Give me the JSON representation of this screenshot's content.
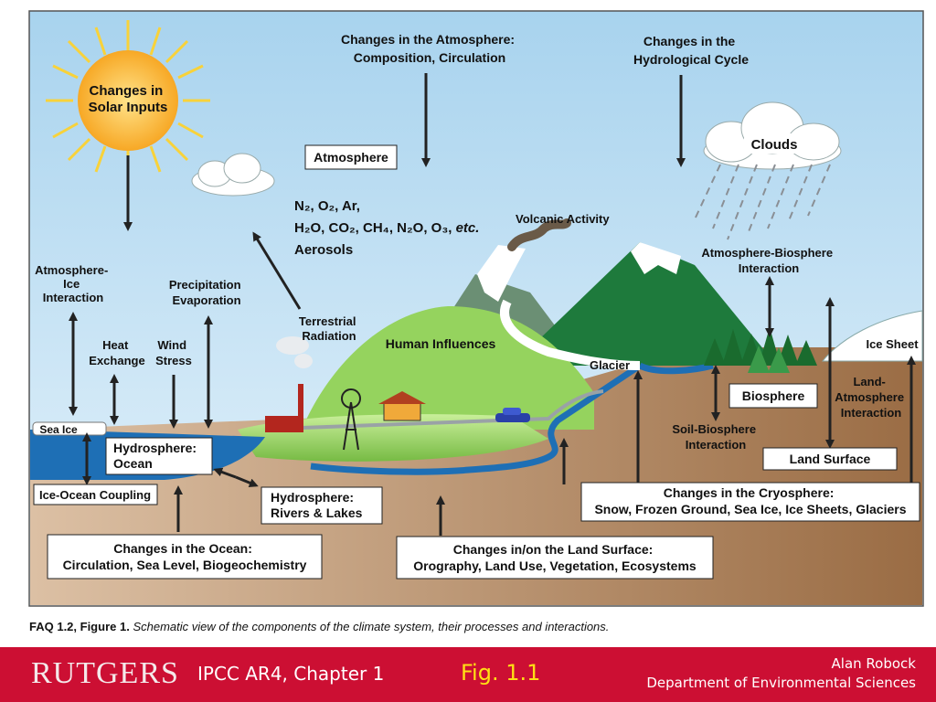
{
  "labels": {
    "solar": [
      "Changes in",
      "Solar Inputs"
    ],
    "atmos_change": [
      "Changes in the Atmosphere:",
      "Composition, Circulation"
    ],
    "hydro_change": [
      "Changes in the",
      "Hydrological Cycle"
    ],
    "atmosphere": "Atmosphere",
    "clouds": "Clouds",
    "gases1": "N₂, O₂,  Ar,",
    "gases2_main": "H₂O, CO₂, CH₄, N₂O, O₃, ",
    "gases2_etc": "etc.",
    "aerosols": "Aerosols",
    "volcanic": "Volcanic Activity",
    "atmos_ice": [
      "Atmosphere-",
      "Ice",
      "Interaction"
    ],
    "precip": [
      "Precipitation",
      "Evaporation"
    ],
    "heat": [
      "Heat",
      "Exchange"
    ],
    "wind": [
      "Wind",
      "Stress"
    ],
    "terrestrial": [
      "Terrestrial",
      "Radiation"
    ],
    "human": "Human Influences",
    "atmos_bio": [
      "Atmosphere-Biosphere",
      "Interaction"
    ],
    "glacier": "Glacier",
    "ice_sheet": "Ice Sheet",
    "sea_ice": "Sea Ice",
    "hydro_ocean": [
      "Hydrosphere:",
      "Ocean"
    ],
    "biosphere": "Biosphere",
    "land_atmos": [
      "Land-",
      "Atmosphere",
      "Interaction"
    ],
    "soil_bio": [
      "Soil-Biosphere",
      "Interaction"
    ],
    "land_surface": "Land Surface",
    "ice_ocean": "Ice-Ocean Coupling",
    "hydro_rivers": [
      "Hydrosphere:",
      "Rivers & Lakes"
    ],
    "cryo": [
      "Changes in the Cryosphere:",
      "Snow, Frozen Ground, Sea Ice, Ice Sheets, Glaciers"
    ],
    "ocean_change": [
      "Changes in the Ocean:",
      "Circulation, Sea Level, Biogeochemistry"
    ],
    "land_change": [
      "Changes in/on the Land Surface:",
      "Orography, Land Use, Vegetation, Ecosystems"
    ]
  },
  "caption": {
    "bold": "FAQ 1.2, Figure 1.",
    "italic": "Schematic view of the components of the climate system, their processes and interactions."
  },
  "footer": {
    "logo": "RUTGERS",
    "left": "IPCC AR4, Chapter 1",
    "middle": "Fig. 1.1",
    "right_line1": "Alan Robock",
    "right_line2": "Department of Environmental Sciences"
  },
  "colors": {
    "sky": "#c9e6f5",
    "ocean": "#1e6fb5",
    "land": "#a77b55",
    "green_hill": "#8fcf5a",
    "mountain": "#1e7a3c",
    "footer": "#cc0f33",
    "fig_label": "#ffe014"
  }
}
